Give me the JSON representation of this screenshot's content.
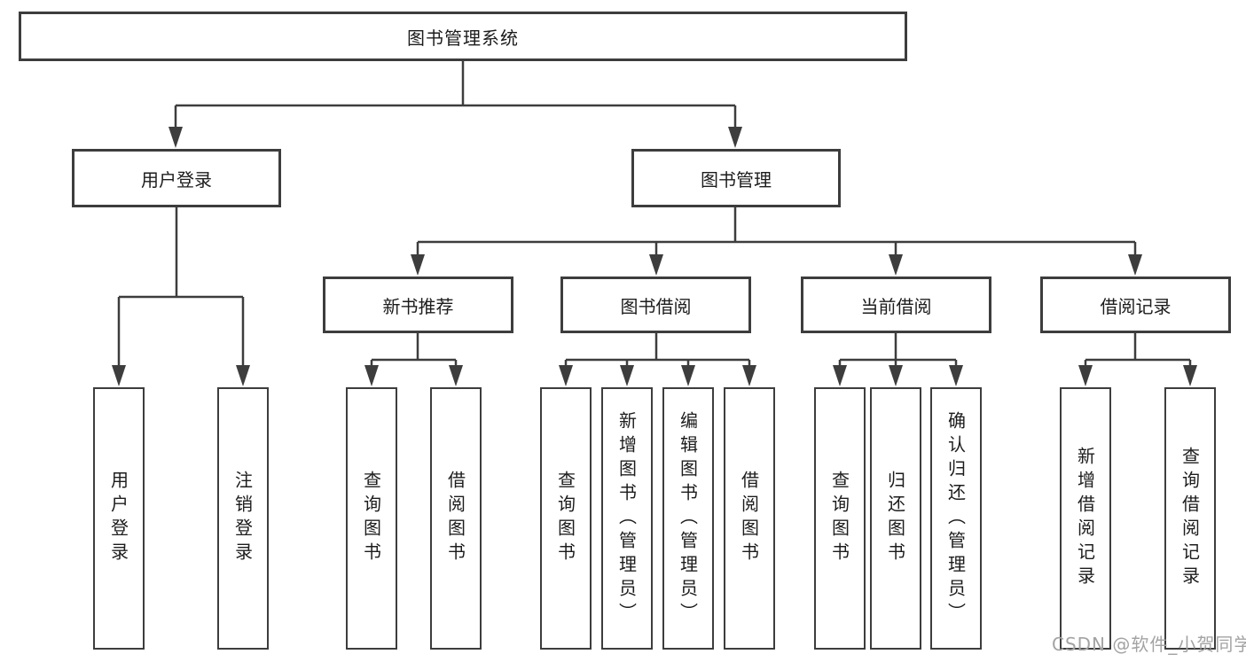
{
  "diagram": {
    "title": "图书管理系统",
    "level2": [
      {
        "label": "用户登录"
      },
      {
        "label": "图书管理"
      }
    ],
    "level3": [
      {
        "label": "新书推荐"
      },
      {
        "label": "图书借阅"
      },
      {
        "label": "当前借阅"
      },
      {
        "label": "借阅记录"
      }
    ],
    "leaves": {
      "user_login": [
        "用户登录",
        "注销登录"
      ],
      "new_book": [
        "查询图书",
        "借阅图书"
      ],
      "book_borrow": [
        "查询图书",
        "新增图书（管理员）",
        "编辑图书（管理员）",
        "借阅图书"
      ],
      "current_borrow": [
        "查询图书",
        "归还图书",
        "确认归还（管理员）"
      ],
      "borrow_record": [
        "新增借阅记录",
        "查询借阅记录"
      ]
    },
    "watermark": "CSDN @软件_小贺同学",
    "colors": {
      "line": "#3d3d3d",
      "box_border": "#3d3d3d",
      "text": "#1c1c1c",
      "watermark": "#a3a3a3",
      "background": "#ffffff"
    }
  }
}
